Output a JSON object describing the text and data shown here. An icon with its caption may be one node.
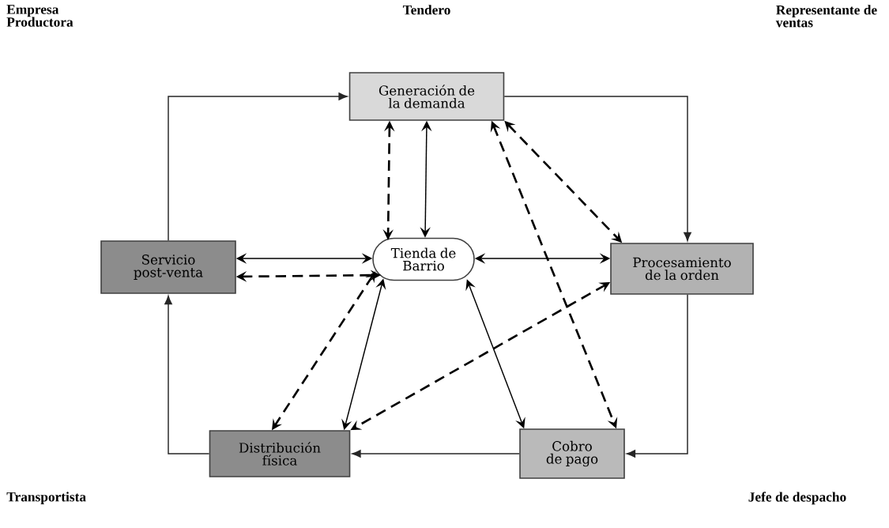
{
  "diagram": {
    "nodes": [
      {
        "text": [
          "Generación de la demanda"
        ]
      },
      {
        "text": [
          "Tienda de Barrio"
        ]
      },
      {
        "text": [
          "Servicio post-venta"
        ]
      },
      {
        "text": [
          "Procesamiento de la orden"
        ]
      },
      {
        "text": [
          "Distribución física"
        ]
      },
      {
        "text": [
          "Cobro de pago"
        ]
      }
    ],
    "edges": [
      {
        "from": 2,
        "to": 0,
        "arrow": "to"
      },
      {
        "from": 0,
        "to": 3,
        "arrow": "to"
      },
      {
        "from": 3,
        "to": 5,
        "arrow": "to"
      },
      {
        "from": 5,
        "to": 4,
        "arrow": "to"
      },
      {
        "from": 4,
        "to": 2,
        "arrow": "to"
      },
      {
        "from": 0,
        "to": 1,
        "arrow": "both"
      },
      {
        "from": 0,
        "to": 1,
        "arrow": "both",
        "style": "dashed"
      },
      {
        "from": 2,
        "to": 1,
        "arrow": "both"
      },
      {
        "from": 2,
        "to": 1,
        "arrow": "both",
        "style": "dashed"
      },
      {
        "from": 1,
        "to": 3,
        "arrow": "both"
      },
      {
        "from": 0,
        "to": 3,
        "arrow": "both",
        "style": "dashed"
      },
      {
        "from": 0,
        "to": 5,
        "arrow": "both",
        "style": "dashed"
      },
      {
        "from": 1,
        "to": 4,
        "arrow": "both"
      },
      {
        "from": 1,
        "to": 4,
        "arrow": "both",
        "style": "dashed"
      },
      {
        "from": 1,
        "to": 5,
        "arrow": "both"
      },
      {
        "from": 3,
        "to": 4,
        "arrow": "both",
        "style": "dashed"
      }
    ],
    "labels": [
      "Empresa Productora",
      "Tendero",
      "Representante de ventas",
      "Transportista",
      "Jefe de despacho"
    ]
  }
}
